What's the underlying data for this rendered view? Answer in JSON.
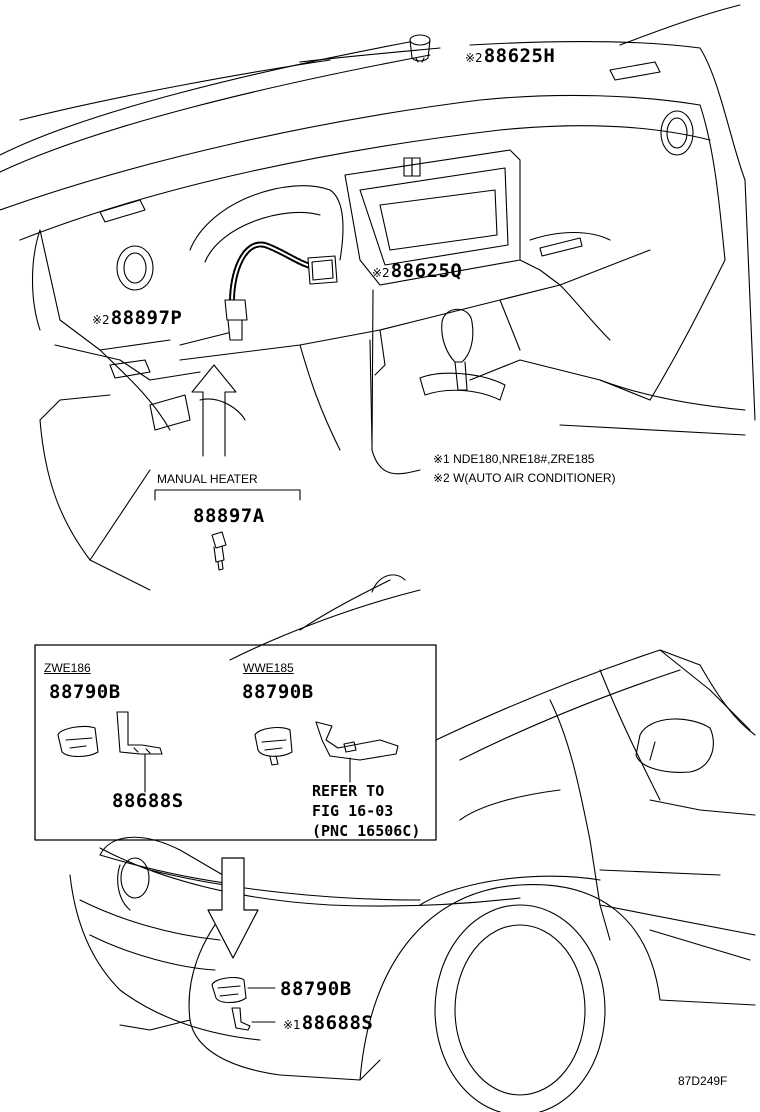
{
  "diagram": {
    "figure_code": "87D249F",
    "notes": [
      {
        "mark": "※1",
        "text": "NDE180,NRE18#,ZRE185"
      },
      {
        "mark": "※2",
        "text": "W(AUTO AIR CONDITIONER)"
      }
    ],
    "callouts": {
      "p88625H": {
        "mark": "※2",
        "part": "88625H"
      },
      "p88625Q": {
        "mark": "※2",
        "part": "88625Q"
      },
      "p88897P": {
        "mark": "※2",
        "part": "88897P"
      },
      "p88897A": {
        "part": "88897A"
      },
      "p88790B_bottom": {
        "part": "88790B"
      },
      "p88688S_bottom": {
        "mark": "※1",
        "part": "88688S"
      }
    },
    "manual_heater_label": "MANUAL HEATER",
    "inset": {
      "left": {
        "variant": "ZWE186",
        "sensor": "88790B",
        "bracket": "88688S"
      },
      "right": {
        "variant": "WWE185",
        "sensor": "88790B",
        "refer_lines": [
          "REFER TO",
          "FIG 16-03",
          "(PNC 16506C)"
        ]
      }
    }
  }
}
